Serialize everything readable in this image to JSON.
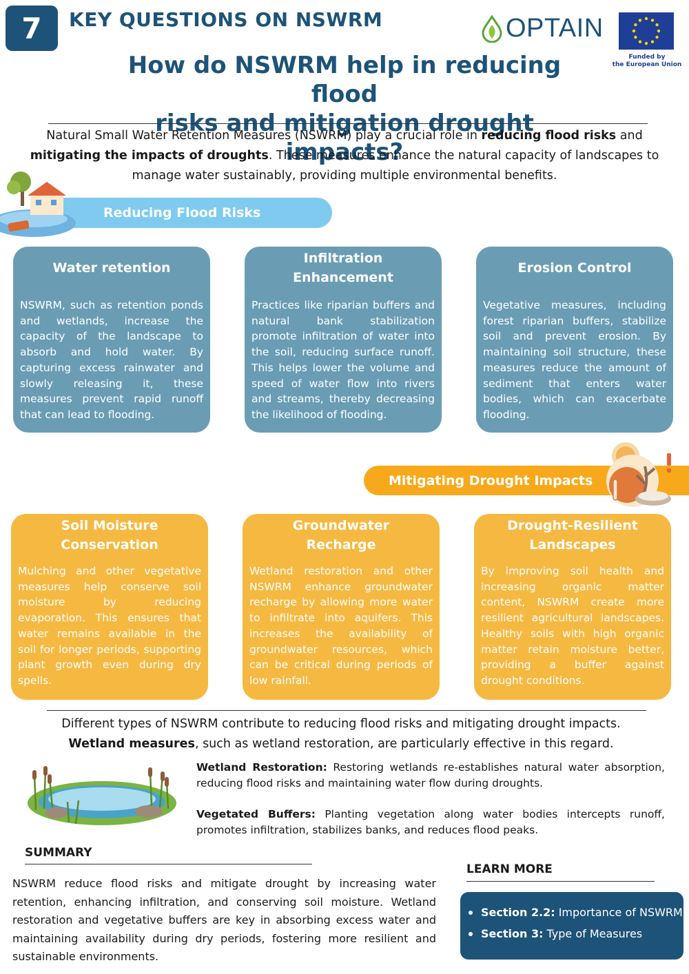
{
  "header": {
    "badge_number": "7",
    "section_title": "KEY QUESTIONS ON NSWRM",
    "logo_text": "OPTAIN",
    "eu_caption_line1": "Funded by",
    "eu_caption_line2": "the European Union",
    "title_line1": "How do NSWRM help in reducing flood",
    "title_line2": "risks and mitigation drought impacts?"
  },
  "intro": {
    "part1": "Natural Small Water Retention Measures (NSWRM) play a crucial role in ",
    "bold1": "reducing flood risks",
    "part2": " and ",
    "bold2": "mitigating the impacts of droughts",
    "part3": ". These measures enhance the natural capacity of landscapes to manage water sustainably, providing multiple environmental benefits."
  },
  "flood": {
    "heading": "Reducing Flood Risks",
    "cards": [
      {
        "title": "Water retention",
        "body": "NSWRM, such as retention ponds and wetlands, increase the capacity of the landscape to absorb and hold water. By capturing excess rainwater and slowly releasing it, these measures prevent rapid runoff that can lead to flooding."
      },
      {
        "title": "Infiltration Enhancement",
        "body": "Practices like riparian buffers and natural bank stabilization promote infiltration of water into the soil, reducing surface runoff. This helps lower the volume and speed of water flow into rivers and streams, thereby decreasing the likelihood of flooding."
      },
      {
        "title": "Erosion Control",
        "body": "Vegetative measures, including forest riparian buffers, stabilize soil and prevent erosion. By maintaining soil structure, these measures reduce the amount of sediment that enters water bodies, which can exacerbate flooding."
      }
    ]
  },
  "drought": {
    "heading": "Mitigating Drought Impacts",
    "cards": [
      {
        "title": "Soil Moisture Conservation",
        "body": "Mulching and other vegetative measures help conserve soil moisture by reducing evaporation. This ensures that water remains available in the soil for longer periods, supporting plant growth even during dry spells."
      },
      {
        "title": "Groundwater Recharge",
        "body": "Wetland restoration and other NSWRM enhance groundwater recharge by allowing more water to infiltrate into aquifers. This increases the availability of groundwater resources, which can be critical during periods of low rainfall."
      },
      {
        "title": "Drought-Resilient Landscapes",
        "body": "By improving soil health and increasing organic matter content, NSWRM create more resilient agricultural landscapes. Healthy soils with high organic matter retain moisture better, providing a buffer against drought conditions."
      }
    ]
  },
  "types": {
    "line1": "Different types of NSWRM contribute to reducing flood risks and mitigating drought impacts.",
    "bold": "Wetland measures",
    "line2_rest": ", such as wetland restoration, are particularly effective in this regard."
  },
  "wetland": {
    "restoration_label": "Wetland Restoration:",
    "restoration_text": " Restoring wetlands re-establishes natural water absorption, reducing flood risks and maintaining water flow during droughts.",
    "buffers_label": "Vegetated Buffers:",
    "buffers_text": " Planting vegetation along water bodies intercepts runoff, promotes infiltration, stabilizes banks, and reduces flood peaks."
  },
  "summary": {
    "heading": "SUMMARY",
    "text": "NSWRM reduce flood risks and mitigate drought by increasing water retention, enhancing infiltration, and conserving soil moisture. Wetland restoration and vegetative buffers are key in absorbing excess water and maintaining availability during dry periods, fostering more resilient and sustainable environments."
  },
  "learn_more": {
    "heading": "LEARN MORE",
    "items": [
      {
        "section": "Section 2.2:",
        "label": "Importance of NSWRM"
      },
      {
        "section": "Section 3:",
        "label": "Type of Measures"
      }
    ]
  },
  "colors": {
    "navy": "#1d5378",
    "card_blue": "#6a9db4",
    "pill_blue": "#7ecbef",
    "card_orange": "#f5b942",
    "pill_orange": "#f7a91b"
  }
}
